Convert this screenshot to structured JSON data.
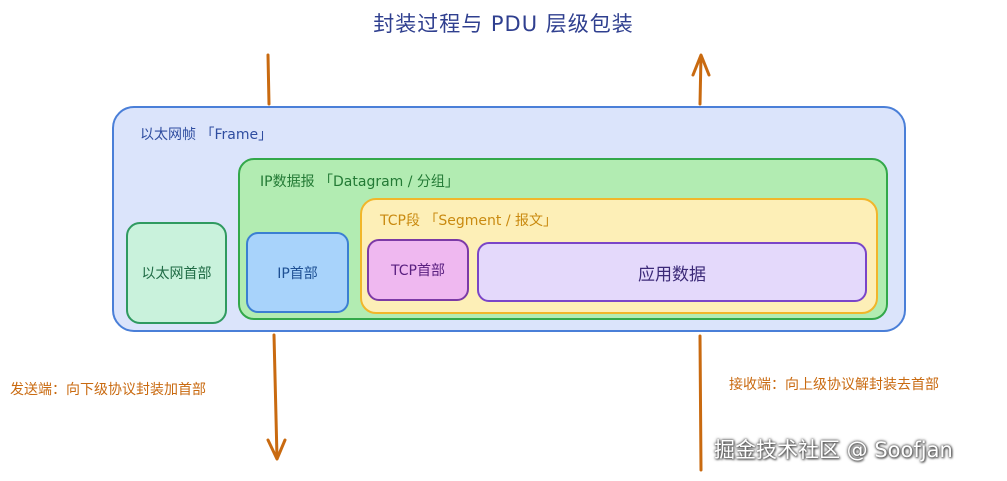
{
  "title": "封装过程与 PDU 层级包装",
  "layers": {
    "frame": "以太网帧 「Frame」",
    "ip_datagram": "IP数据报 「Datagram / 分组」",
    "tcp_segment": "TCP段 「Segment / 报文」"
  },
  "blocks": {
    "eth_header": "以太网首部",
    "ip_header": "IP首部",
    "tcp_header": "TCP首部",
    "app_data": "应用数据"
  },
  "sender_note": "发送端：向下级协议封装加首部",
  "receiver_note": "接收端：向上级协议解封装去首部",
  "watermark": "掘金技术社区 @ Soofjan",
  "colors": {
    "arrow": "#c96a10",
    "frame_border": "#4a7fd8",
    "ip_border": "#33a84a",
    "tcp_border": "#f1b62a",
    "title": "#2f3f8f"
  }
}
